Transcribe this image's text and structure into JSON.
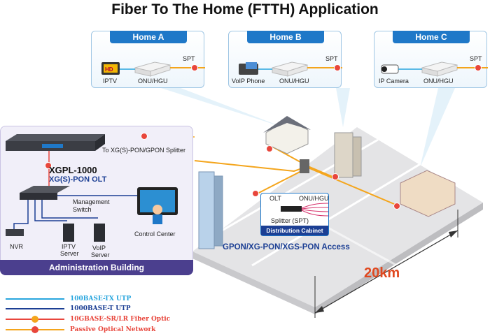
{
  "title": "Fiber To The  Home (FTTH) Application",
  "homes": [
    {
      "name": "Home A",
      "device": "IPTV",
      "onu": "ONU/HGU",
      "spt": "SPT"
    },
    {
      "name": "Home B",
      "device": "VoIP Phone",
      "onu": "ONU/HGU",
      "spt": "SPT"
    },
    {
      "name": "Home C",
      "device": "IP Camera",
      "onu": "ONU/HGU",
      "spt": "SPT"
    }
  ],
  "admin": {
    "splitter_link": "To XG(S)-PON/GPON Splitter",
    "olt_model": "XGPL-1000",
    "olt_type": "XG(S)-PON OLT",
    "switch_label_1": "Management",
    "switch_label_2": "Switch",
    "control_center": "Control Center",
    "nvr": "NVR",
    "iptv_server_1": "IPTV",
    "iptv_server_2": "Server",
    "voip_server_1": "VoIP",
    "voip_server_2": "Server",
    "footer": "Administration Building"
  },
  "cabinet": {
    "olt": "OLT",
    "onu": "ONU/HGU",
    "splitter": "Splitter (SPT)",
    "name": "Distribution Cabinet"
  },
  "access_label": "GPON/XG-PON/XGS-PON Access",
  "distance": "20km",
  "legend": [
    {
      "label": "100BASE-TX UTP",
      "color": "#29a6de"
    },
    {
      "label": "1000BASE-T UTP",
      "color": "#1c3f94"
    },
    {
      "label": "10GBASE-SR/LR Fiber Optic",
      "color": "#e8463c"
    },
    {
      "label": "Passive Optical Network",
      "color": "#f4a51c"
    }
  ],
  "pon_icon": "PON",
  "colors": {
    "accent": "#1f78c8",
    "admin": "#4b3f8e",
    "fiber": "#f4a51c",
    "distance": "#e0481f"
  }
}
